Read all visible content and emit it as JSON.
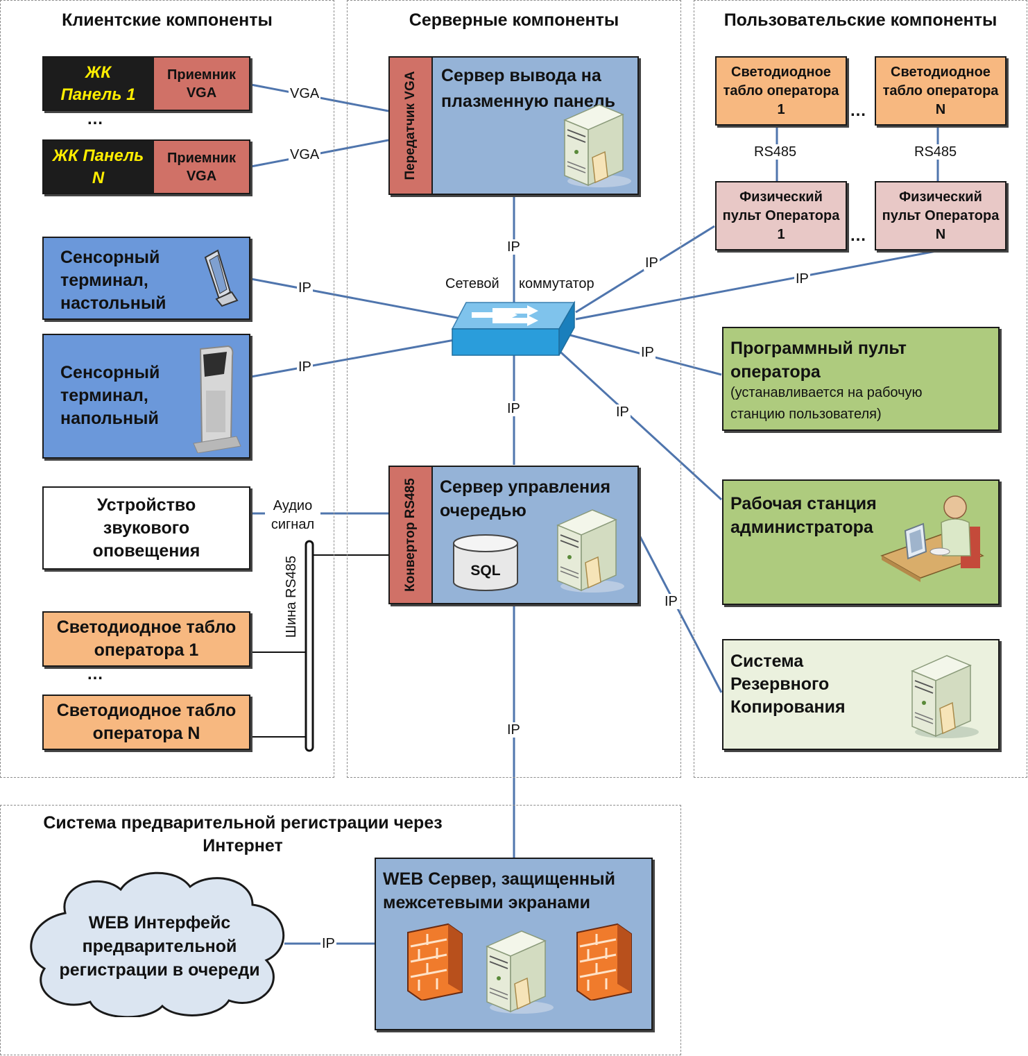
{
  "sections": {
    "client": "Клиентские компоненты",
    "server": "Серверные компоненты",
    "user": "Пользовательские компоненты",
    "prereg": "Система предварительной регистрации через Интернет"
  },
  "client": {
    "lcd1": "ЖК Панель 1",
    "lcdN": "ЖК Панель N",
    "vga_receiver": "Приемник VGA",
    "ellipsis": "…",
    "kiosk_desk": "Сенсорный терминал, настольный",
    "kiosk_floor": "Сенсорный терминал, напольный",
    "sound_device": "Устройство звукового оповещения",
    "led1": "Светодиодное табло оператора 1",
    "ledN": "Светодиодное табло оператора N",
    "rs485_bus": "Шина RS485"
  },
  "server": {
    "vga_transmitter": "Передатчик VGA",
    "plasma_server": "Сервер вывода на плазменную панель",
    "switch_left": "Сетевой",
    "switch_right": "коммутатор",
    "rs485_converter": "Конвертор RS485",
    "queue_server": "Сервер управления очередью",
    "sql": "SQL"
  },
  "user": {
    "led1": "Светодиодное табло оператора 1",
    "ledN": "Светодиодное табло оператора N",
    "console1": "Физический пульт Оператора 1",
    "consoleN": "Физический пульт Оператора N",
    "soft_console_title": "Программный пульт оператора",
    "soft_console_note": "(устанавливается на рабочую станцию пользователя)",
    "admin_ws": "Рабочая станция администратора",
    "backup": "Система Резервного Копирования",
    "ellipsis": "…"
  },
  "prereg": {
    "web_interface": "WEB Интерфейс предварительной регистрации в очереди",
    "web_server": "WEB Сервер, защищенный межсетевыми экранами"
  },
  "links": {
    "vga": "VGA",
    "ip": "IP",
    "rs485": "RS485",
    "audio": "Аудио сигнал"
  },
  "colors": {
    "server_blue": "#95b3d7",
    "terminal_blue": "#6b98da",
    "module_red": "#d07167",
    "led_orange": "#f7b880",
    "console_pink": "#e8c8c6",
    "soft_green": "#aecb7e",
    "light_green": "#ebf1de",
    "line_blue": "#4f75ad",
    "lcd_text_yellow": "#ffee00"
  }
}
